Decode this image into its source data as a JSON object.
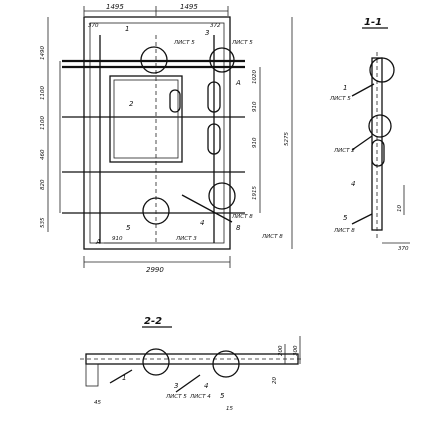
{
  "plan": {
    "dims_top": [
      "1495",
      "1495"
    ],
    "dims_inner_top": [
      "370",
      "372"
    ],
    "dim_bottom": "2990",
    "dim_bottom_left": "910",
    "dims_left": [
      "1490",
      "1100",
      "1100",
      "460",
      "820",
      "535"
    ],
    "dims_right": [
      "1020",
      "910",
      "910",
      "1915",
      "5275"
    ],
    "marks": [
      "1",
      "2",
      "3",
      "4",
      "5",
      "A",
      "A",
      "8"
    ],
    "sheets": [
      "ЛИСТ 5",
      "ЛИСТ 5",
      "ЛИСТ 3",
      "ЛИСТ 8",
      "ЛИСТ 8"
    ]
  },
  "section11": {
    "title": "1-1",
    "marks": [
      "1",
      "4",
      "5"
    ],
    "sheets": [
      "ЛИСТ 5",
      "ЛИСТ 2",
      "ЛИСТ 8"
    ],
    "dims": [
      "10",
      "370"
    ]
  },
  "section22": {
    "title": "2-2",
    "marks": [
      "1",
      "3",
      "4",
      "5"
    ],
    "sheets": [
      "ЛИСТ 5",
      "ЛИСТ 4"
    ],
    "dims": [
      "45",
      "15",
      "200",
      "300",
      "20"
    ]
  }
}
